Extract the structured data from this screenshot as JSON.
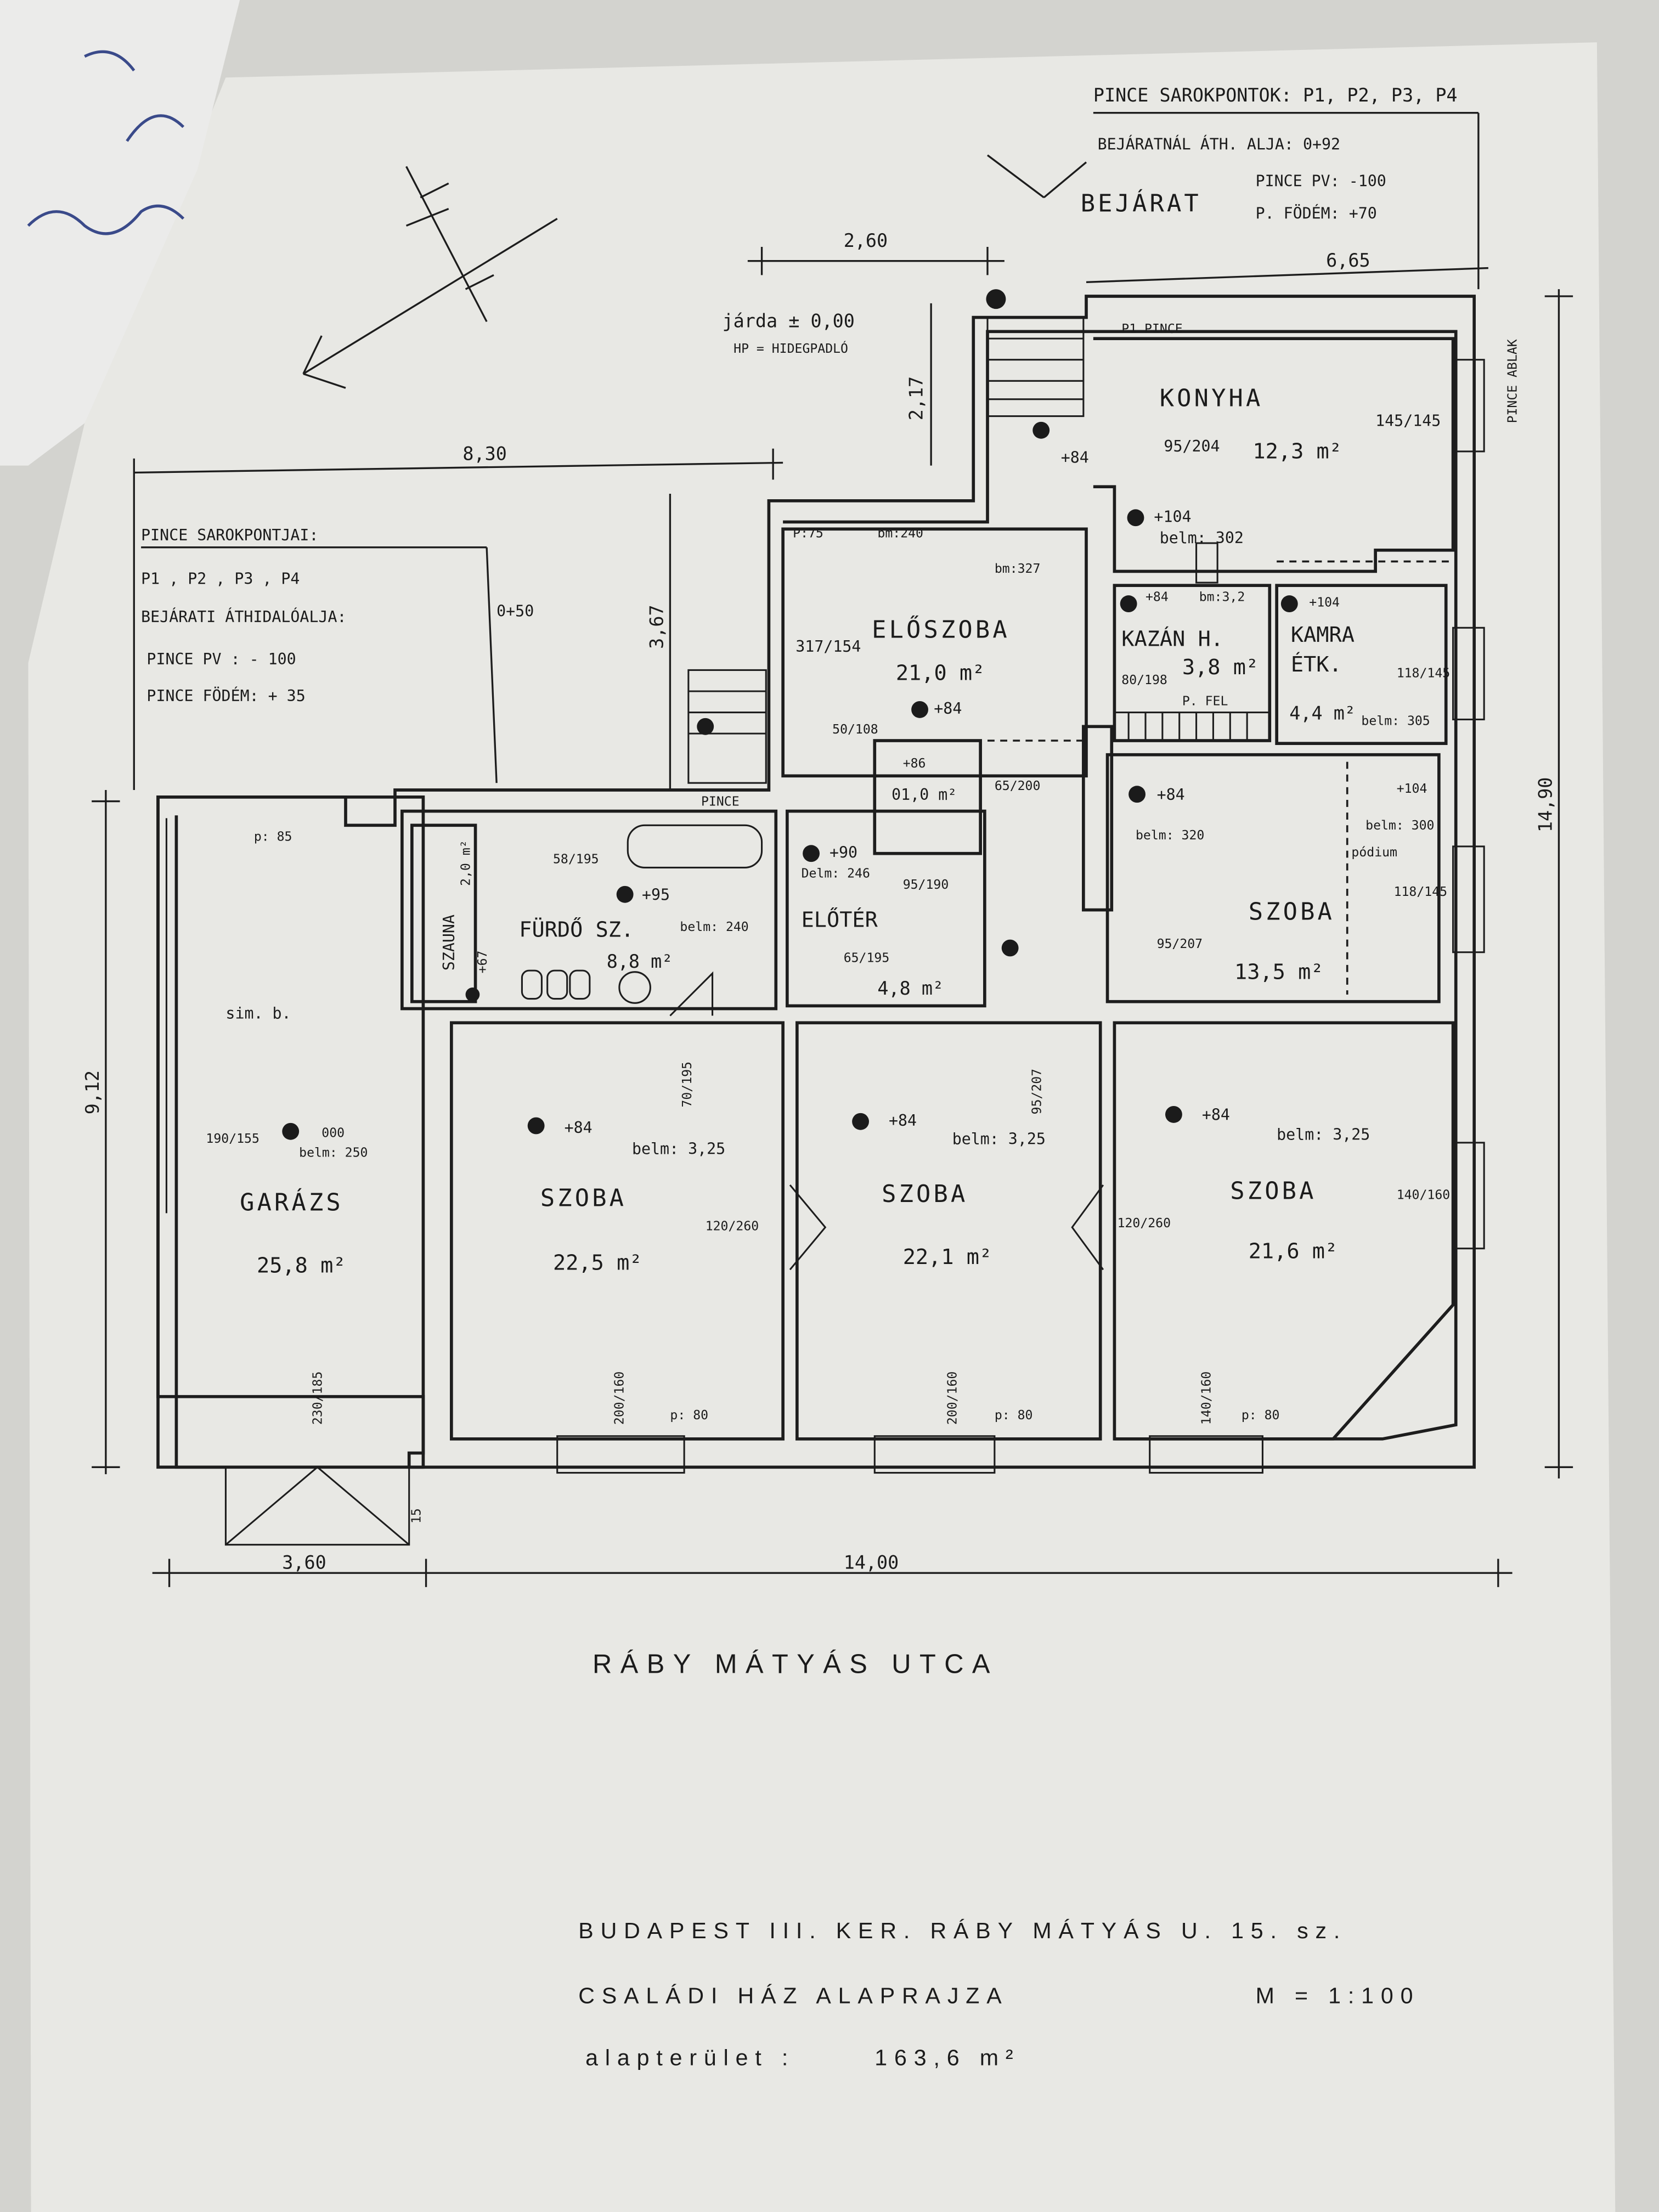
{
  "notes_top_right": {
    "heading": "PINCE SAROKPONTOK: P1, P2, P3, P4",
    "line1": "BEJÁRATNÁL ÁTH. ALJA: 0+92",
    "line2": "PINCE PV: -100",
    "line3": "P. FÖDÉM: +70"
  },
  "notes_left": {
    "heading": "PINCE SAROKPONTJAI:",
    "points": "P1 , P2 , P3 , P4",
    "line1": "BEJÁRATI ÁTHIDALÓALJA:",
    "line1_value": "0+50",
    "line2": "PINCE  PV :  - 100",
    "line3": "PINCE  FÖDÉM:  + 35"
  },
  "entrance": {
    "label": "BEJÁRAT",
    "sidewalk": "járda  ± 0,00",
    "legend": "HP = HIDEGPADLÓ"
  },
  "dimensions": {
    "d260": "2,60",
    "d665": "6,65",
    "d830": "8,30",
    "d367": "3,67",
    "d217": "2,17",
    "d1400": "14,00",
    "d360": "3,60",
    "d912": "9,12",
    "d1490": "14,90",
    "d15": "15"
  },
  "rooms": {
    "konyha": {
      "name": "KONYHA",
      "area": "12,3 m²",
      "level": "+84",
      "level2": "+104",
      "height": "belm: 302",
      "door": "95/204",
      "win": "145/145",
      "pin": "P1  PINCE"
    },
    "eloszoba": {
      "name": "ELŐSZOBA",
      "area": "21,0 m²",
      "level": "+84",
      "win": "317/154",
      "bm1": "bm:240",
      "bm2": "bm:327",
      "p": "P:75",
      "door": "50/108"
    },
    "kazan": {
      "name": "KAZÁN H.",
      "area": "3,8 m²",
      "level": "+84",
      "bm": "bm:3,2",
      "door": "80/198",
      "stair": "P. FEL"
    },
    "kamra": {
      "name": "KAMRA",
      "sub": "ÉTK.",
      "area": "4,4 m²",
      "level": "+104",
      "height": "belm: 305",
      "win": "118/145"
    },
    "wc": {
      "area": "01,0 m²",
      "level": "+86",
      "door": "65/200"
    },
    "szoba_mid": {
      "name": "SZOBA",
      "area": "13,5 m²",
      "level": "+84",
      "height": "belm: 320",
      "level2": "+104",
      "height2": "belm: 300",
      "podium": "pódium",
      "door": "95/207",
      "win": "118/145"
    },
    "furdo": {
      "name": "FÜRDŐ SZ.",
      "area": "8,8 m²",
      "level": "+95",
      "height": "belm: 240",
      "door": "58/195",
      "pince": "PINCE"
    },
    "szauna": {
      "name": "SZAUNA",
      "area": "2,0 m²",
      "level": "+67"
    },
    "eloter": {
      "name": "ELŐTÉR",
      "area": "4,8 m²",
      "level": "+90",
      "height": "Delm: 246",
      "door": "95/190",
      "door2": "65/195"
    },
    "garazs": {
      "name": "GARÁZS",
      "area": "25,8 m²",
      "level": "000",
      "height": "belm: 250",
      "win": "190/155",
      "note": "sim. b.",
      "door": "230/185",
      "p": "p: 85"
    },
    "szoba1": {
      "name": "SZOBA",
      "area": "22,5 m²",
      "level": "+84",
      "height": "belm: 3,25",
      "win": "200/160",
      "p": "p: 80",
      "door": "70/195"
    },
    "szoba2": {
      "name": "SZOBA",
      "area": "22,1 m²",
      "level": "+84",
      "height": "belm: 3,25",
      "win": "200/160",
      "p": "p: 80",
      "door": "120/260",
      "door2": "95/207"
    },
    "szoba3": {
      "name": "SZOBA",
      "area": "21,6 m²",
      "level": "+84",
      "height": "belm: 3,25",
      "win": "140/160",
      "p": "p: 80",
      "door": "120/260",
      "win2": "140/160"
    }
  },
  "basement_window": "PINCE ABLAK",
  "street": "RÁBY MÁTYÁS UTCA",
  "title_block": {
    "line1": "BUDAPEST  III. KER.  RÁBY  MÁTYÁS  U.  15. sz.",
    "line2": "CSALÁDI HÁZ    ALAPRAJZA",
    "scale": "M = 1:100",
    "area_label": "alapterület :",
    "area_value": "163,6 m²"
  }
}
